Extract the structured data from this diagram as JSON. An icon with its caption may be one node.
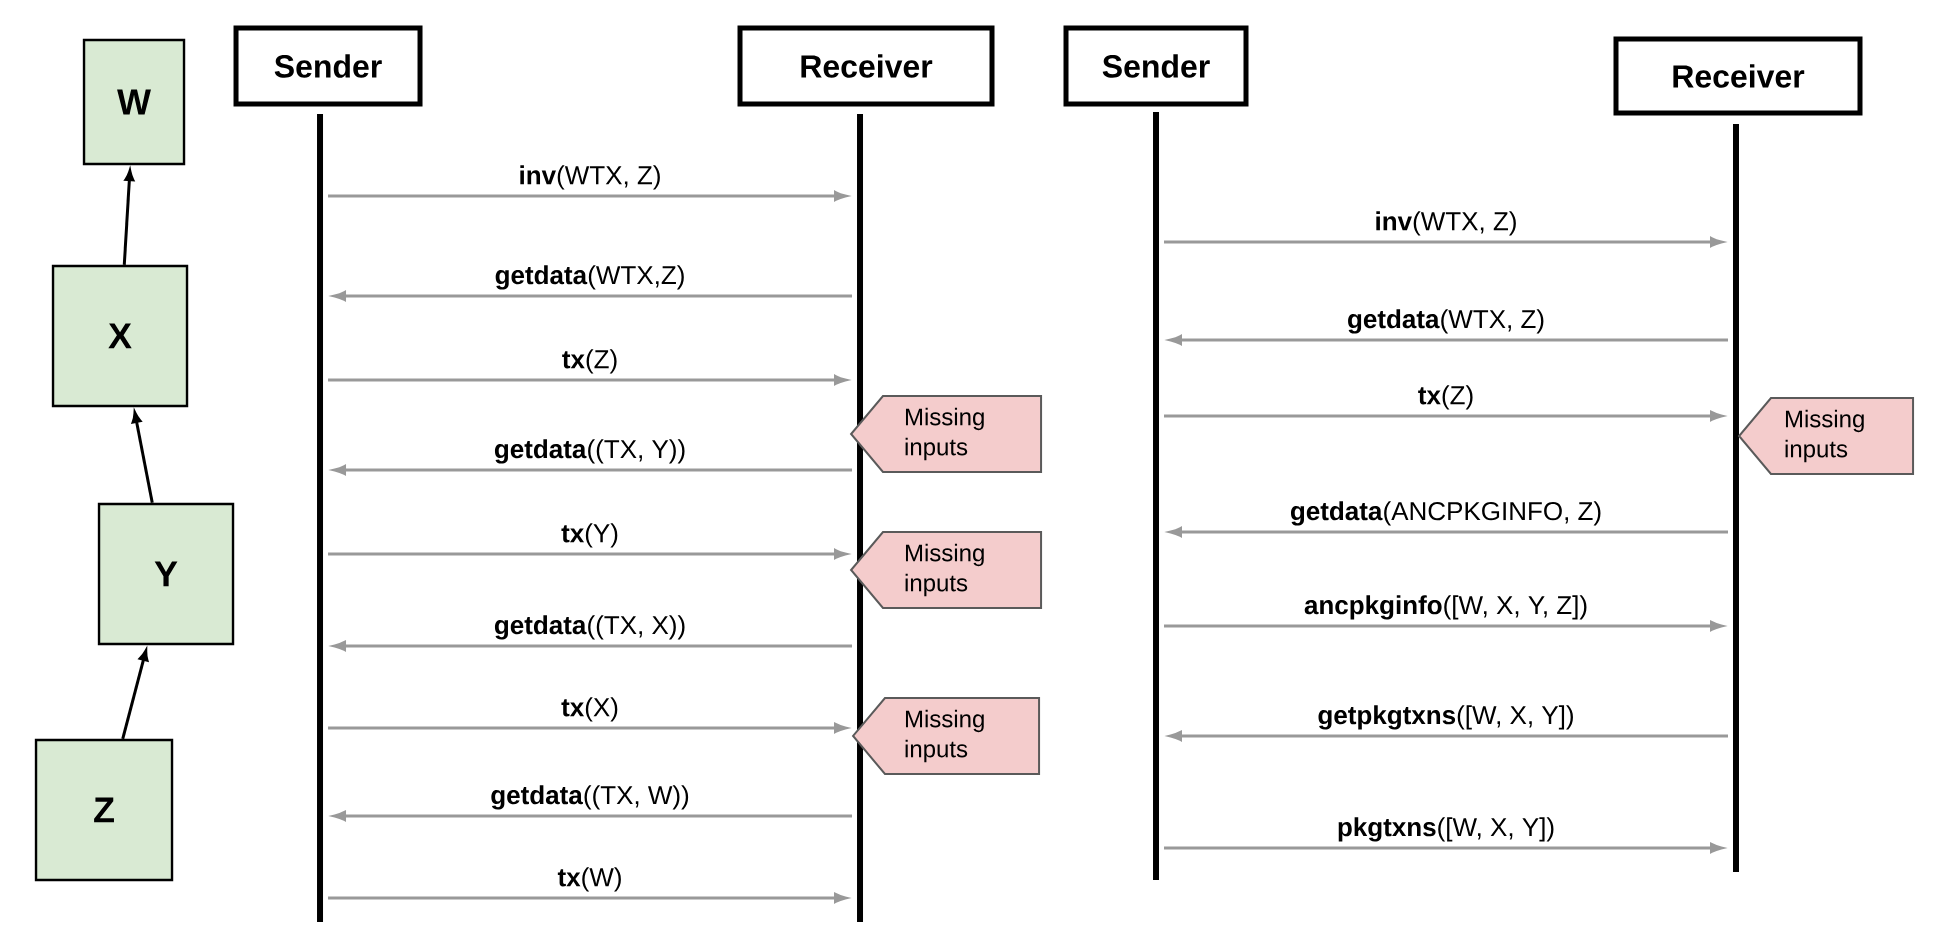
{
  "diagram": {
    "nodes": [
      {
        "text": [
          "W"
        ]
      },
      {
        "text": [
          "X"
        ]
      },
      {
        "text": [
          "Y"
        ]
      },
      {
        "text": [
          "Z"
        ]
      },
      {
        "text": [
          "Sender"
        ]
      },
      {
        "text": [
          "Receiver"
        ]
      },
      {
        "text": [
          "Sender"
        ]
      },
      {
        "text": [
          "Receiver"
        ]
      },
      {
        "text": [],
        "shape": "bar"
      },
      {
        "text": [],
        "shape": "bar"
      },
      {
        "text": [],
        "shape": "bar"
      },
      {
        "text": [],
        "shape": "bar"
      },
      {
        "text": [
          "Missing inputs"
        ]
      },
      {
        "text": [
          "Missing inputs"
        ]
      },
      {
        "text": [
          "Missing inputs"
        ]
      },
      {
        "text": [
          "Missing inputs"
        ]
      }
    ],
    "edges": [
      {
        "from": 3,
        "to": 2,
        "arrow": "to",
        "color": "#000000"
      },
      {
        "from": 2,
        "to": 1,
        "arrow": "to",
        "color": "#000000"
      },
      {
        "from": 1,
        "to": 0,
        "arrow": "to",
        "color": "#000000"
      },
      {
        "from": 8,
        "to": 9,
        "arrow": "to",
        "label": "**inv**(WTX, Z)"
      },
      {
        "from": 9,
        "to": 8,
        "arrow": "to",
        "label": "**getdata**(WTX,Z)"
      },
      {
        "from": 8,
        "to": 9,
        "arrow": "to",
        "label": "**tx**(Z)"
      },
      {
        "from": 9,
        "to": 8,
        "arrow": "to",
        "label": "**getdata**((TX, Y))"
      },
      {
        "from": 8,
        "to": 9,
        "arrow": "to",
        "label": "**tx**(Y)"
      },
      {
        "from": 9,
        "to": 8,
        "arrow": "to",
        "label": "**getdata**((TX, X))"
      },
      {
        "from": 8,
        "to": 9,
        "arrow": "to",
        "label": "**tx**(X)"
      },
      {
        "from": 9,
        "to": 8,
        "arrow": "to",
        "label": "**getdata**((TX, W))"
      },
      {
        "from": 8,
        "to": 9,
        "arrow": "to",
        "label": "**tx**(W)"
      },
      {
        "from": 10,
        "to": 11,
        "arrow": "to",
        "label": "**inv**(WTX, Z)"
      },
      {
        "from": 11,
        "to": 10,
        "arrow": "to",
        "label": "**getdata**(WTX, Z)"
      },
      {
        "from": 10,
        "to": 11,
        "arrow": "to",
        "label": "**tx**(Z)"
      },
      {
        "from": 11,
        "to": 10,
        "arrow": "to",
        "label": "**getdata**(ANCPKGINFO, Z)"
      },
      {
        "from": 10,
        "to": 11,
        "arrow": "to",
        "label": "**ancpkginfo**([W, X, Y, Z])"
      },
      {
        "from": 11,
        "to": 10,
        "arrow": "to",
        "label": "**getpkgtxns**([W, X, Y])"
      },
      {
        "from": 10,
        "to": 11,
        "arrow": "to",
        "label": "**pkgtxns**([W, X, Y])"
      }
    ]
  }
}
